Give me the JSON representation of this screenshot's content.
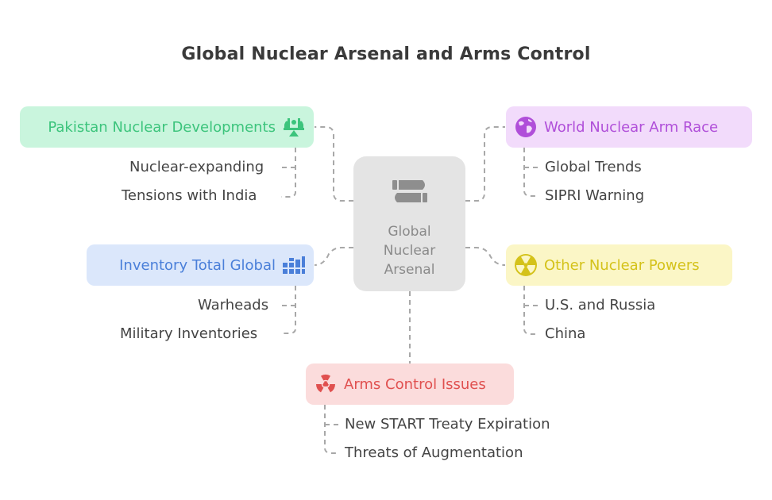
{
  "title": "Global Nuclear Arsenal and Arms Control",
  "center": {
    "label": "Global Nuclear Arsenal",
    "icon": "bullets-icon"
  },
  "branches": {
    "pakistan": {
      "label": "Pakistan Nuclear Developments",
      "icon": "nuclear-plant-icon",
      "color": "#3cc47c",
      "bg": "#c9f5dd",
      "children": [
        "Nuclear-expanding",
        "Tensions with India"
      ]
    },
    "inventory": {
      "label": "Inventory Total Global",
      "icon": "city-grid-icon",
      "color": "#4a7fd9",
      "bg": "#dbe7fb",
      "children": [
        "Warheads",
        "Military Inventories"
      ]
    },
    "world": {
      "label": "World Nuclear Arm Race",
      "icon": "globe-icon",
      "color": "#b04fd9",
      "bg": "#f2dbfb",
      "children": [
        "Global Trends",
        "SIPRI Warning"
      ]
    },
    "other": {
      "label": "Other Nuclear Powers",
      "icon": "radiation-icon",
      "color": "#d4c21a",
      "bg": "#fbf6c6",
      "children": [
        "U.S. and Russia",
        "China"
      ]
    },
    "arms": {
      "label": "Arms Control Issues",
      "icon": "radiation-hazard-icon",
      "color": "#e0504f",
      "bg": "#fbdcdc",
      "children": [
        "New START Treaty Expiration",
        "Threats of Augmentation"
      ]
    }
  }
}
